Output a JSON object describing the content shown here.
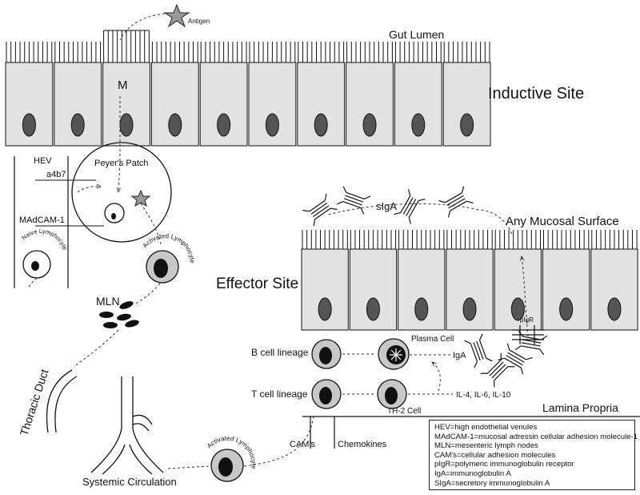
{
  "labels": {
    "antigen": "Antigen",
    "gut_lumen": "Gut Lumen",
    "m_cell": "M",
    "inductive_site": "Inductive Site",
    "hev": "HEV",
    "a4b7": "a4b7",
    "madcam": "MAdCAM-1",
    "peyers_patch": "Peyer's Patch",
    "naive_lymphocyte": "Naive Lymphocyte",
    "activated_lymphocyte_top": "Activated Lymphocyte",
    "activated_lymphocyte_bottom": "Activated Lymphocyte",
    "mln": "MLN",
    "thoracic_duct": "Thoracic Duct",
    "systemic_circulation": "Systemic Circulation",
    "effector_site": "Effector Site",
    "siga": "sIgA",
    "any_mucosal_surface": "Any Mucosal Surface",
    "pigr": "pIgR",
    "b_cell_lineage": "B cell lineage",
    "t_cell_lineage": "T cell lineage",
    "plasma_cell": "Plasma Cell",
    "iga": "IgA",
    "th2_cell": "TH-2 Cell",
    "cytokines": "IL-4, IL-6, IL-10",
    "lamina_propria": "Lamina Propria",
    "cams": "CAM's",
    "chemokines": "Chemokines"
  },
  "legend": [
    "HEV=high endothelial venules",
    "MAdCAM-1=mucosal adressin cellular adhesion molecule-1",
    "MLN=mesenteric lymph nodes",
    "CAM's=cellular adhesion molecules",
    "pIgR=polymeric immunoglobulin receptor",
    "IgA=immunoglobulin A",
    "SIgA=secretory immunoglobulin A"
  ],
  "colors": {
    "cell_fill": "#e2e2e2",
    "nucleus": "#555555",
    "lymphocyte_fill": "#c8c8c8",
    "dark": "#111111"
  }
}
